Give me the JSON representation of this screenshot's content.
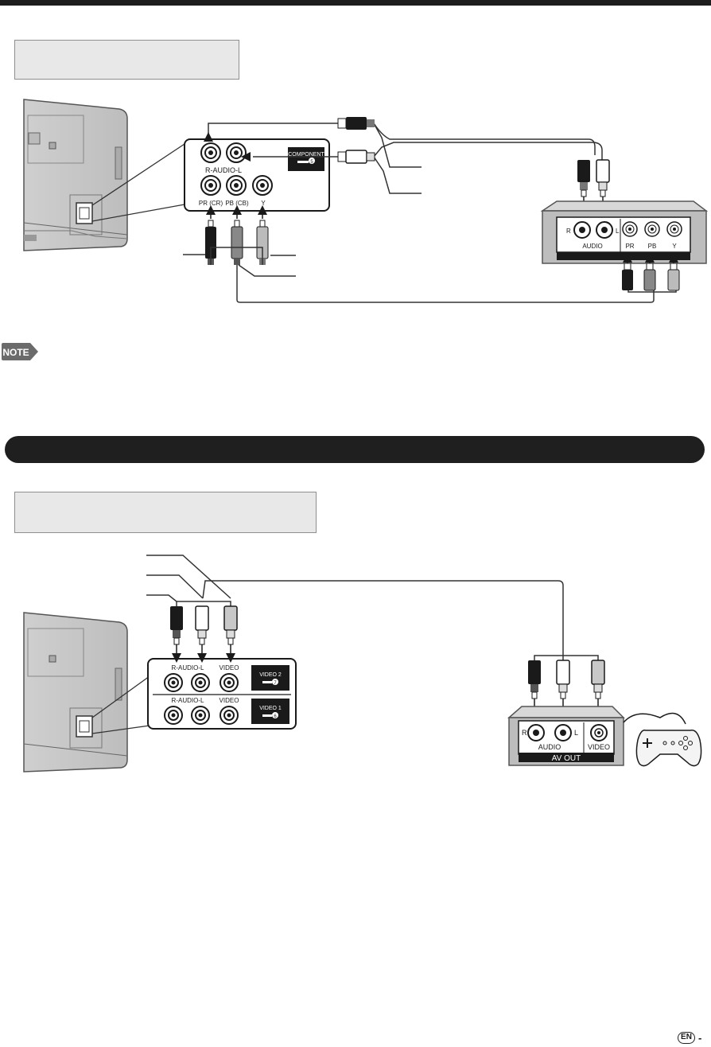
{
  "note_badge": {
    "label": "NOTE"
  },
  "diagram1": {
    "tv_panel": {
      "audio_label": "R-AUDIO-L",
      "pr_label": "PR (CR)",
      "pb_label": "PB (CB)",
      "y_label": "Y",
      "input_name": "COMPONENT",
      "input_number": "5"
    },
    "device": {
      "r_label": "R",
      "l_label": "L",
      "audio_label": "AUDIO",
      "pr_label": "PR",
      "pb_label": "PB",
      "y_label": "Y"
    }
  },
  "diagram2": {
    "tv_panel": {
      "row1_audio": "R-AUDIO-L",
      "row1_video": "VIDEO",
      "row1_input": "VIDEO 2",
      "row1_number": "7",
      "row2_audio": "R-AUDIO-L",
      "row2_video": "VIDEO",
      "row2_input": "VIDEO 1",
      "row2_number": "6"
    },
    "device": {
      "r_label": "R",
      "l_label": "L",
      "audio_label": "AUDIO",
      "video_label": "VIDEO",
      "av_out_label": "AV OUT"
    }
  },
  "footer": {
    "language_badge": "EN",
    "dash": "-"
  },
  "icons": [
    "gamepad-icon",
    "language-en-icon"
  ]
}
